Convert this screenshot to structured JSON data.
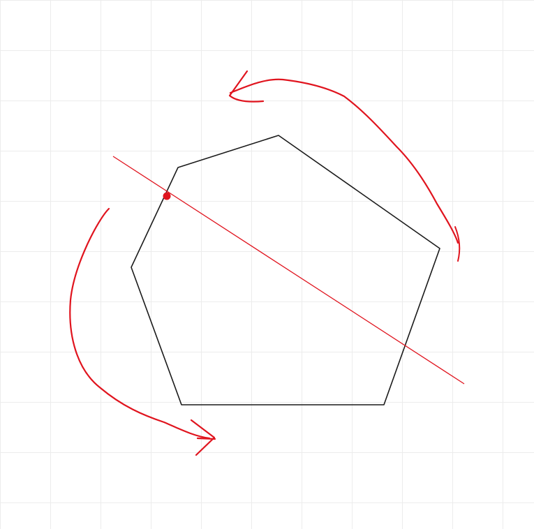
{
  "diagram": {
    "background_color": "#ffffff",
    "grid_color": "#ececec",
    "polygon_color": "#1a1a1a",
    "annotation_color": "#e0141e",
    "shapes": [
      {
        "id": "polygon",
        "kind": "pentagon-outline"
      },
      {
        "id": "reference-line",
        "kind": "straight-line"
      },
      {
        "id": "anchor-point",
        "kind": "dot"
      },
      {
        "id": "left-arc",
        "kind": "curved-arrow"
      },
      {
        "id": "top-arc",
        "kind": "curved-arrow"
      }
    ]
  }
}
